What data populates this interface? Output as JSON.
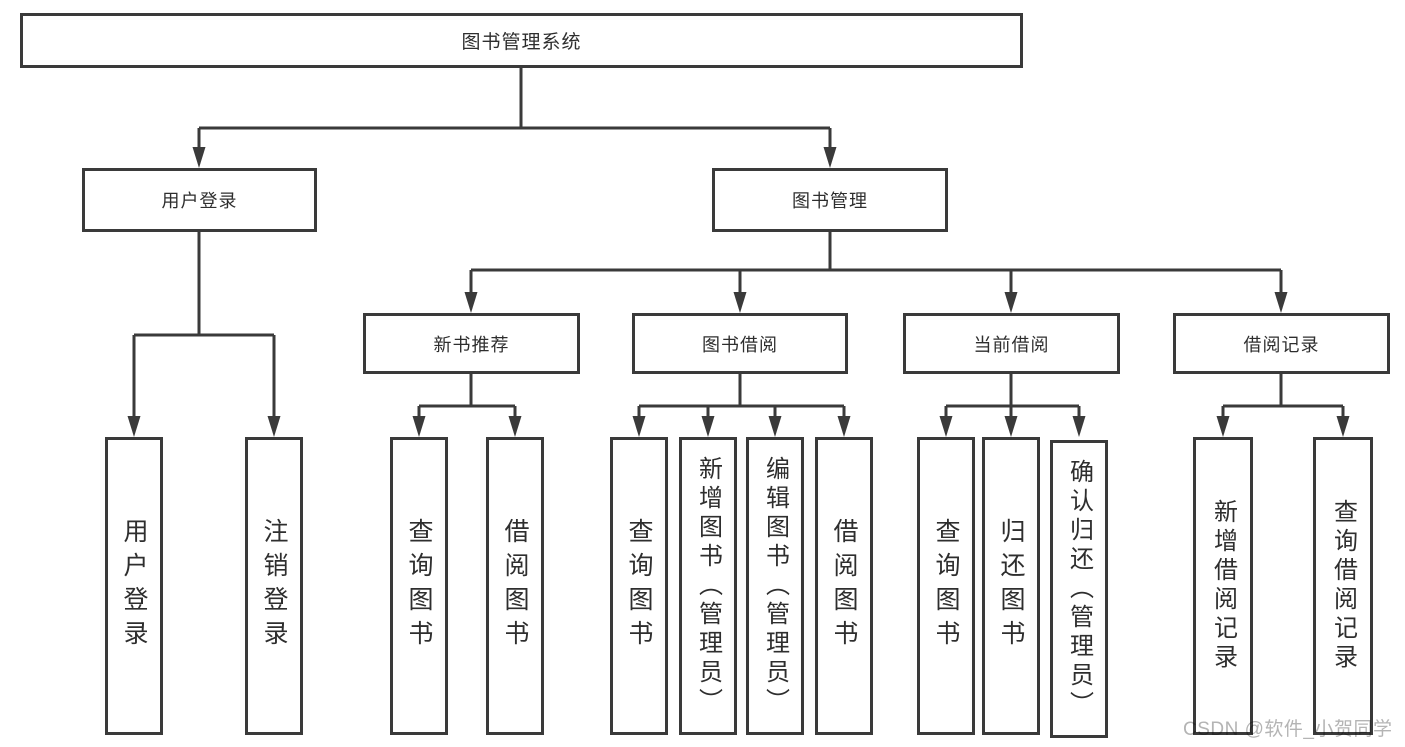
{
  "tree": {
    "label": "图书管理系统",
    "children": [
      {
        "label": "用户登录",
        "children": [
          {
            "label": "用户登录"
          },
          {
            "label": "注销登录"
          }
        ]
      },
      {
        "label": "图书管理",
        "children": [
          {
            "label": "新书推荐",
            "children": [
              {
                "label": "查询图书"
              },
              {
                "label": "借阅图书"
              }
            ]
          },
          {
            "label": "图书借阅",
            "children": [
              {
                "label": "查询图书"
              },
              {
                "label": "新增图书（管理员）"
              },
              {
                "label": "编辑图书（管理员）"
              },
              {
                "label": "借阅图书"
              }
            ]
          },
          {
            "label": "当前借阅",
            "children": [
              {
                "label": "查询图书"
              },
              {
                "label": "归还图书"
              },
              {
                "label": "确认归还（管理员）"
              }
            ]
          },
          {
            "label": "借阅记录",
            "children": [
              {
                "label": "新增借阅记录"
              },
              {
                "label": "查询借阅记录"
              }
            ]
          }
        ]
      }
    ]
  },
  "watermark": "CSDN @软件_小贺同学",
  "colors": {
    "line": "#3a3a3a",
    "text": "#2e2e2e",
    "watermark": "#b4b4b4",
    "background": "#ffffff"
  }
}
